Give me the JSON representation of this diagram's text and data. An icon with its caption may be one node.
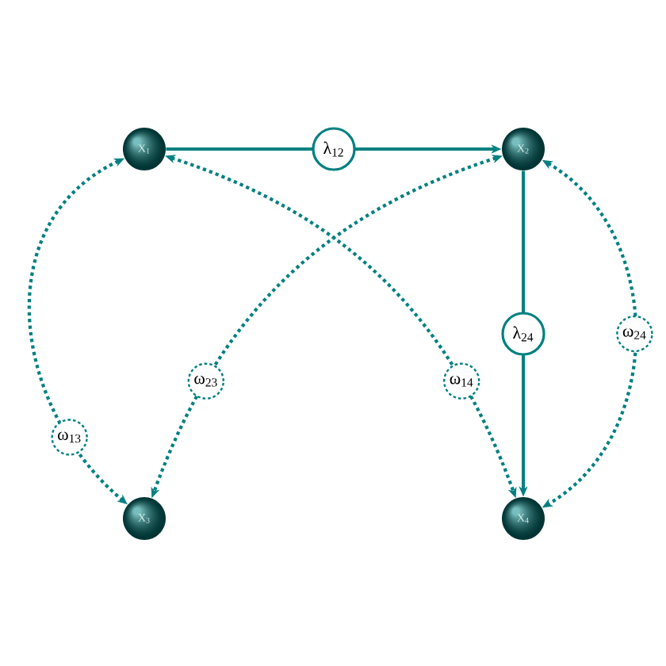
{
  "diagram": {
    "nodes": [
      {
        "text": [
          "X$_{1}$"
        ]
      },
      {
        "text": [
          "X$_{2}$"
        ]
      },
      {
        "text": [
          "X$_{3}$"
        ]
      },
      {
        "text": [
          "X$_{4}$"
        ]
      }
    ],
    "edges": [
      {
        "from": 0,
        "to": 1,
        "arrow": "to",
        "label": "λ$_{12}$"
      },
      {
        "from": 1,
        "to": 3,
        "arrow": "to",
        "label": "λ$_{24}$"
      },
      {
        "from": 0,
        "to": 2,
        "arrow": "both",
        "style": "dashed",
        "label": "ω$_{13}$"
      },
      {
        "from": 1,
        "to": 2,
        "arrow": "both",
        "style": "dashed",
        "label": "ω$_{23}$"
      },
      {
        "from": 0,
        "to": 3,
        "arrow": "both",
        "style": "dashed",
        "label": "ω$_{14}$"
      },
      {
        "from": 1,
        "to": 3,
        "arrow": "both",
        "style": "dashed",
        "label": "ω$_{24}$"
      }
    ]
  }
}
